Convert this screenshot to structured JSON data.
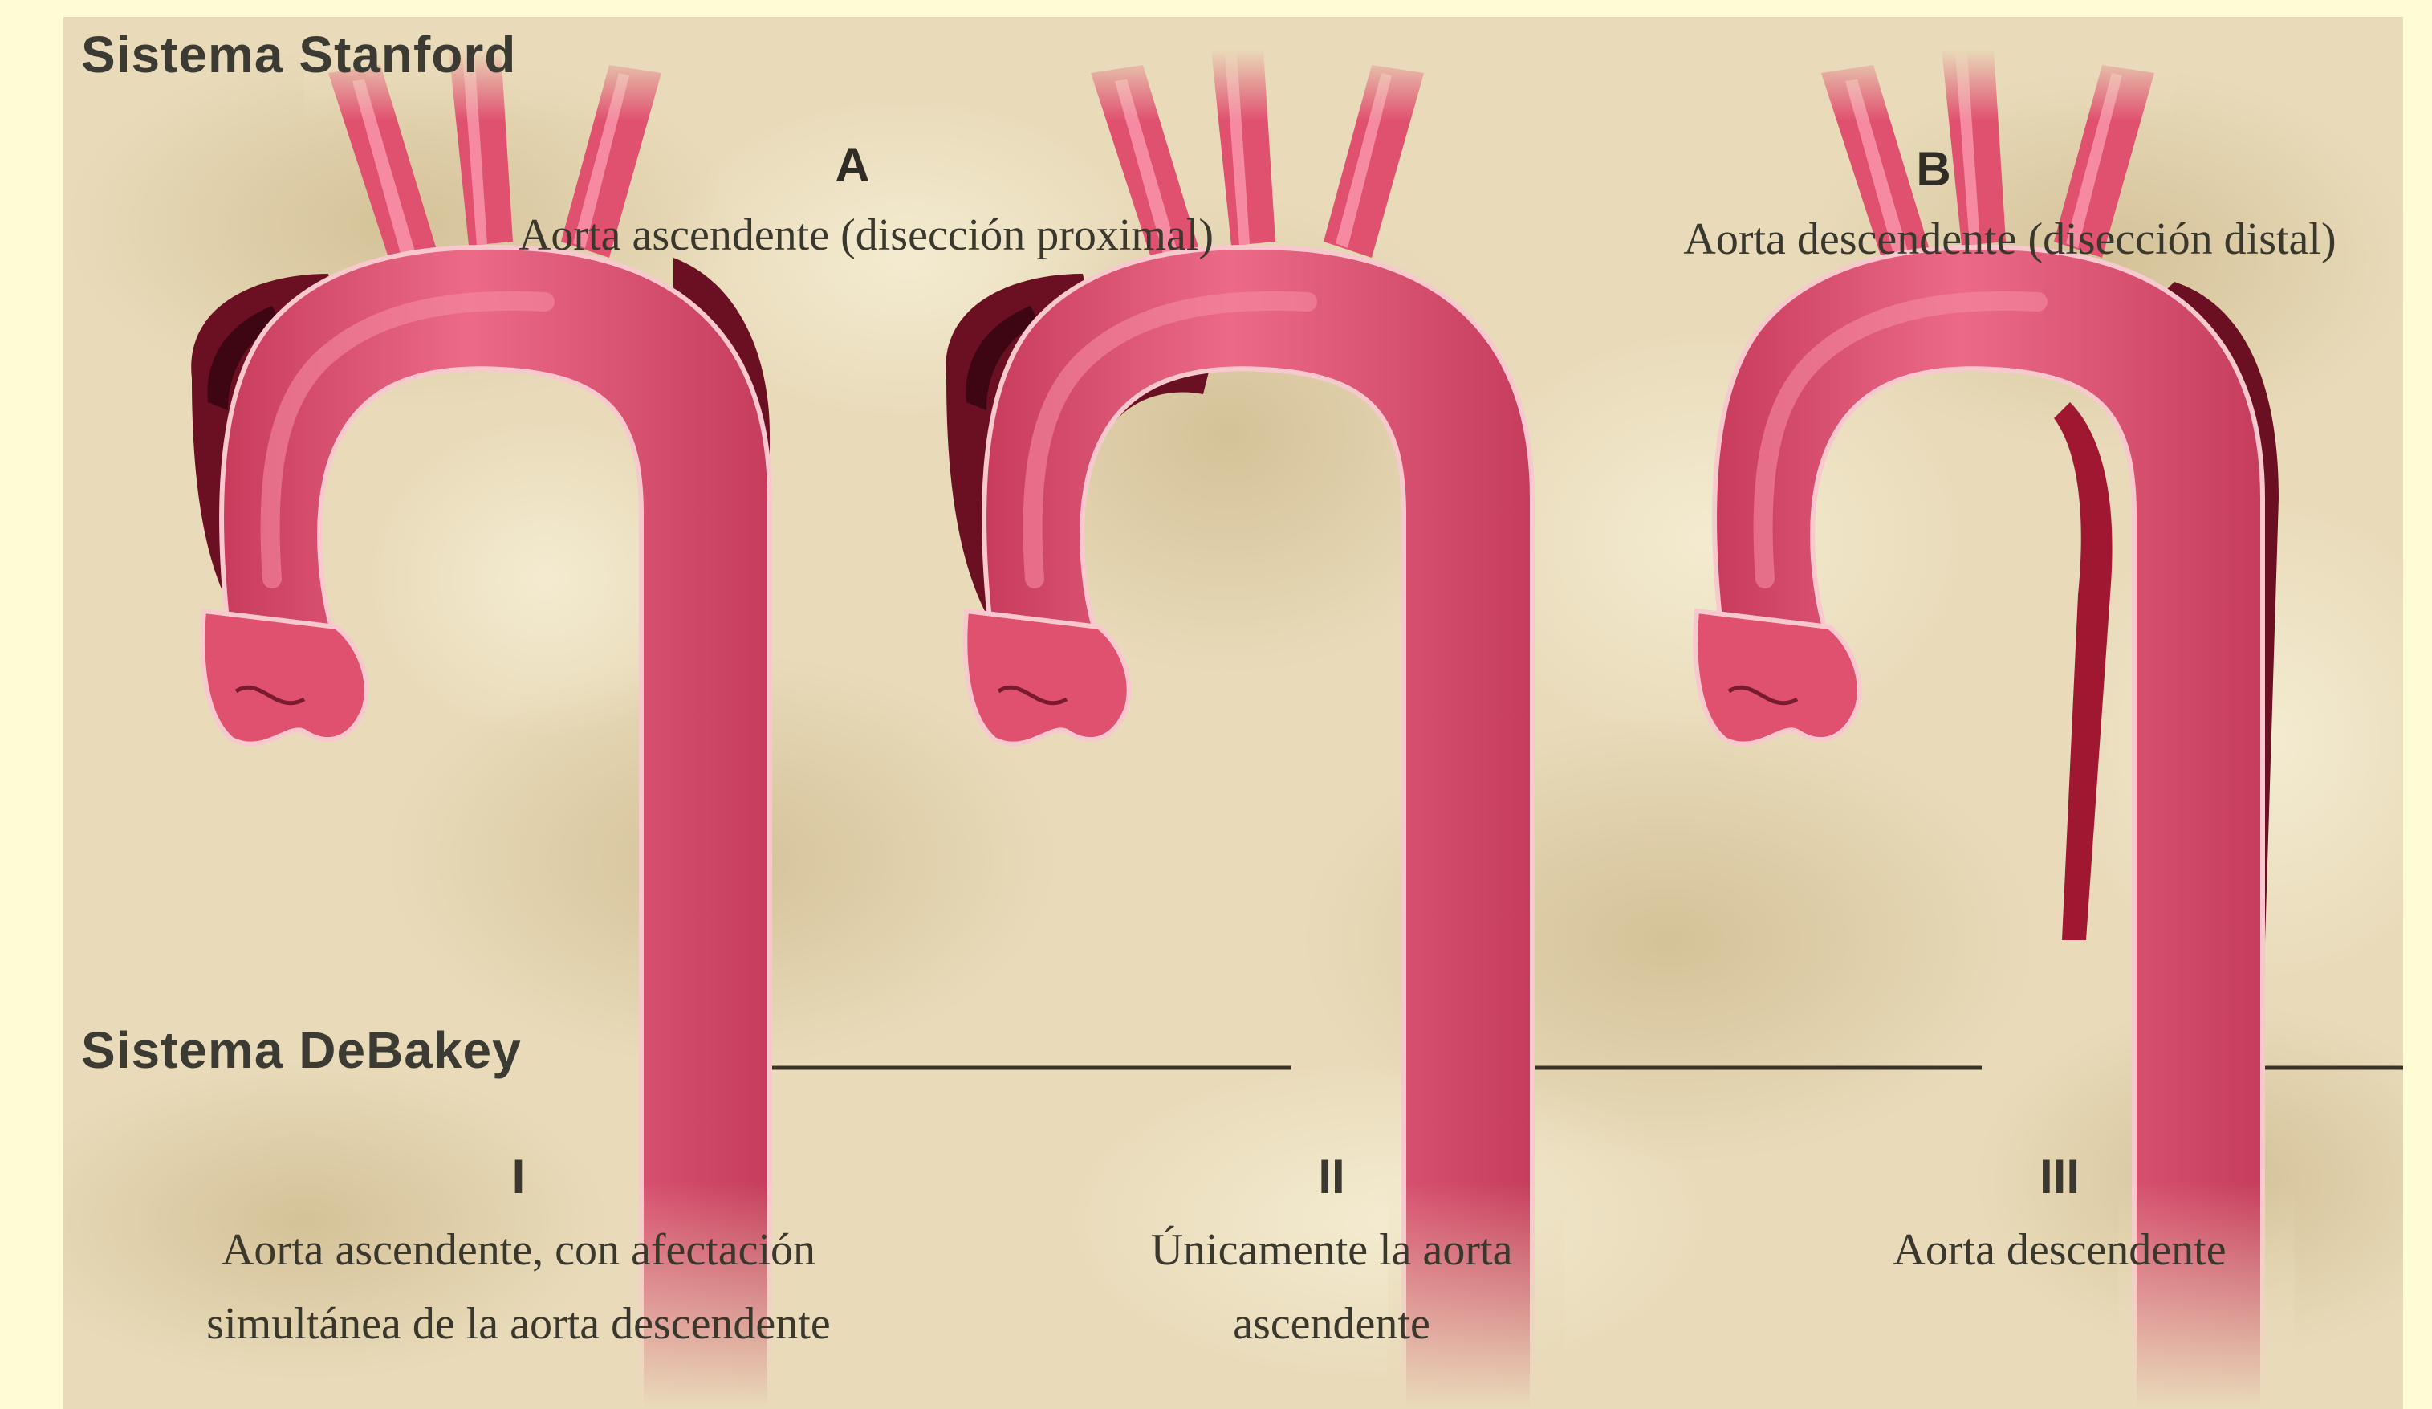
{
  "stanford": {
    "title": "Sistema Stanford",
    "type_a": {
      "letter": "A",
      "caption": "Aorta ascendente (disección proximal)"
    },
    "type_b": {
      "letter": "B",
      "caption": "Aorta descendente (disección distal)"
    }
  },
  "debakey": {
    "title": "Sistema DeBakey",
    "types": [
      {
        "numeral": "I",
        "caption_lines": [
          "Aorta ascendente, con afectación",
          "simultánea de la aorta descendente"
        ]
      },
      {
        "numeral": "II",
        "caption_lines": [
          "Únicamente la aorta",
          "ascendente"
        ]
      },
      {
        "numeral": "III",
        "caption_lines": [
          "Aorta descendente"
        ]
      }
    ]
  },
  "colors": {
    "page_background": "#fdfcd5",
    "board_background": "#e9dbba",
    "aorta": "#e0506f",
    "aorta_highlight": "#f58aa2",
    "aorta_edge": "#f7c9cf",
    "dissection": "#6b0f22",
    "divider_line": "#3a3326"
  }
}
